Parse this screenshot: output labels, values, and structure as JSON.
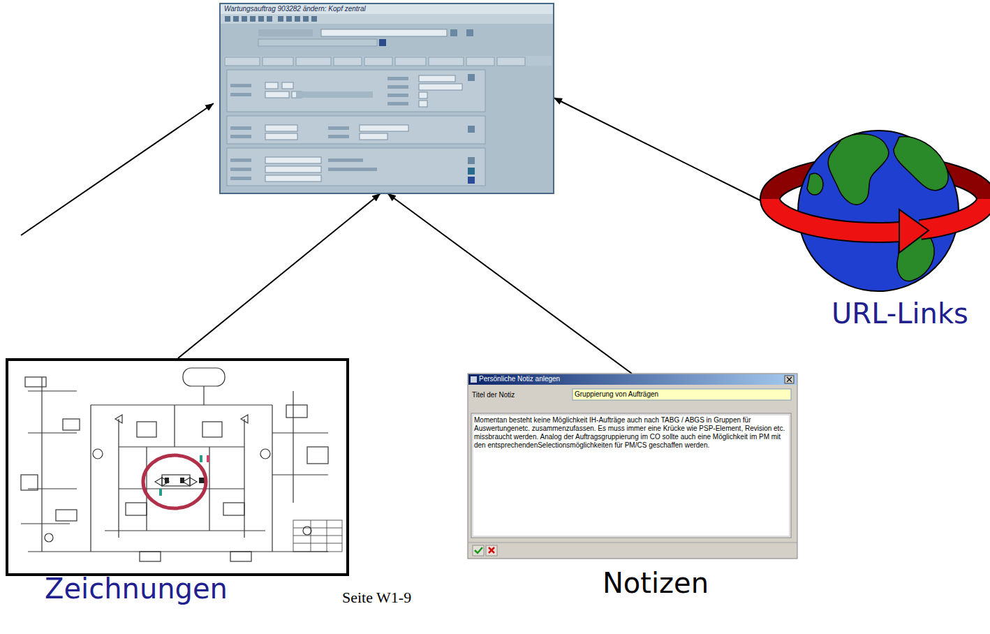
{
  "diagram": {
    "nodes": [
      {
        "text": [
          "Wartungsauftrag 903282 ändern: Kopf zentral"
        ]
      },
      {
        "text": [
          "Zeichnungen"
        ]
      },
      {
        "text": [
          "Persönliche Notiz anlegen",
          "Titel der Notiz",
          "Gruppierung von Aufträgen",
          "Momentan besteht keine Möglichkeit IH-Aufträge auch nach TABG / ABGS in Gruppen für Auswertungenetc. zusammenzufassen. Es muss immer eine Krücke wie PSP-Element, Revision etc. missbraucht werden. Analog der Auftragsgruppierung im CO sollte auch eine Möglichkeit im PM mit den entsprechendenSelectionsmöglichkeiten für PM/CS geschaffen werden.",
          "Notizen"
        ]
      },
      {
        "text": [
          "URL-Links"
        ]
      }
    ],
    "edges": [
      {
        "from": 1,
        "to": 0,
        "arrow": "to"
      },
      {
        "from": 2,
        "to": 0,
        "arrow": "to"
      },
      {
        "from": 3,
        "to": 0,
        "arrow": "to"
      }
    ],
    "labels": [
      "Seite W1-9"
    ]
  }
}
